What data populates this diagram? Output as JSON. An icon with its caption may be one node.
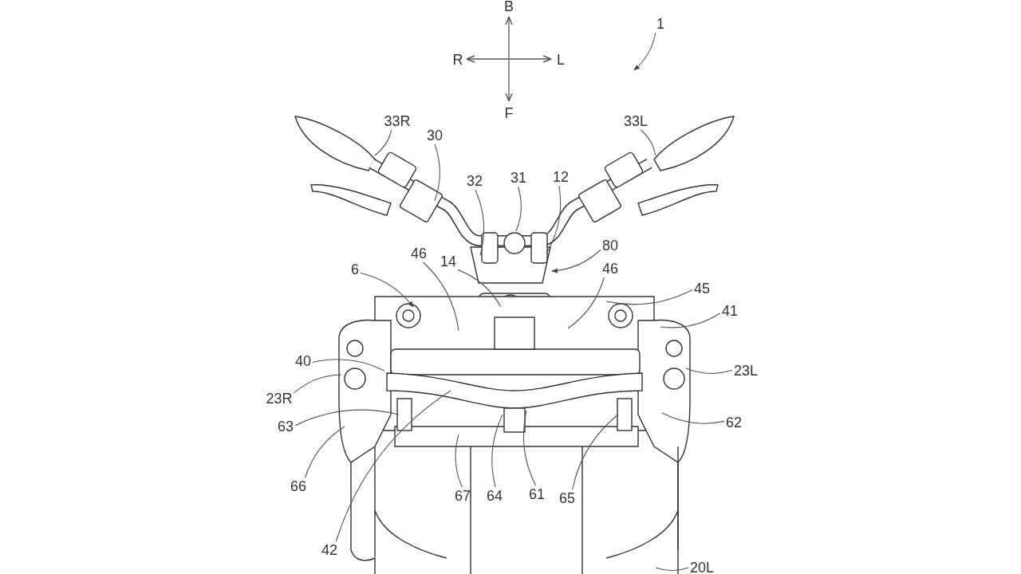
{
  "diagram": {
    "nodes": [
      {
        "text": [
          "1"
        ]
      },
      {
        "text": [
          "33R"
        ]
      },
      {
        "text": [
          "30"
        ]
      },
      {
        "text": [
          "33L"
        ]
      },
      {
        "text": [
          "32"
        ]
      },
      {
        "text": [
          "31"
        ]
      },
      {
        "text": [
          "12"
        ]
      },
      {
        "text": [
          "80"
        ]
      },
      {
        "text": [
          "46"
        ]
      },
      {
        "text": [
          "14"
        ]
      },
      {
        "text": [
          "46"
        ]
      },
      {
        "text": [
          "6"
        ]
      },
      {
        "text": [
          "45"
        ]
      },
      {
        "text": [
          "41"
        ]
      },
      {
        "text": [
          "40"
        ]
      },
      {
        "text": [
          "23L"
        ]
      },
      {
        "text": [
          "23R"
        ]
      },
      {
        "text": [
          "63"
        ]
      },
      {
        "text": [
          "62"
        ]
      },
      {
        "text": [
          "66"
        ]
      },
      {
        "text": [
          "67"
        ]
      },
      {
        "text": [
          "64"
        ]
      },
      {
        "text": [
          "61"
        ]
      },
      {
        "text": [
          "65"
        ]
      },
      {
        "text": [
          "42"
        ]
      },
      {
        "text": [
          "20L"
        ]
      }
    ],
    "edges": [
      {
        "from": 0,
        "to": null,
        "arrow": "to"
      },
      {
        "from": 1,
        "to": null,
        "arrow": "none"
      },
      {
        "from": 2,
        "to": null,
        "arrow": "none"
      },
      {
        "from": 3,
        "to": null,
        "arrow": "none"
      },
      {
        "from": 4,
        "to": null,
        "arrow": "none"
      },
      {
        "from": 5,
        "to": null,
        "arrow": "none"
      },
      {
        "from": 6,
        "to": null,
        "arrow": "none"
      },
      {
        "from": 7,
        "to": null,
        "arrow": "to"
      },
      {
        "from": 8,
        "to": null,
        "arrow": "none"
      },
      {
        "from": 9,
        "to": null,
        "arrow": "none"
      },
      {
        "from": 10,
        "to": null,
        "arrow": "none"
      },
      {
        "from": 11,
        "to": null,
        "arrow": "to"
      },
      {
        "from": 12,
        "to": null,
        "arrow": "none"
      },
      {
        "from": 13,
        "to": null,
        "arrow": "none"
      },
      {
        "from": 14,
        "to": null,
        "arrow": "none"
      },
      {
        "from": 15,
        "to": null,
        "arrow": "none"
      },
      {
        "from": 16,
        "to": null,
        "arrow": "none"
      },
      {
        "from": 17,
        "to": null,
        "arrow": "none"
      },
      {
        "from": 18,
        "to": null,
        "arrow": "none"
      },
      {
        "from": 19,
        "to": null,
        "arrow": "none"
      },
      {
        "from": 20,
        "to": null,
        "arrow": "none"
      },
      {
        "from": 21,
        "to": null,
        "arrow": "none"
      },
      {
        "from": 22,
        "to": null,
        "arrow": "none"
      },
      {
        "from": 23,
        "to": null,
        "arrow": "none"
      },
      {
        "from": 24,
        "to": null,
        "arrow": "none"
      },
      {
        "from": 25,
        "to": null,
        "arrow": "none"
      }
    ],
    "labels": [
      "B",
      "R",
      "L",
      "F"
    ]
  }
}
